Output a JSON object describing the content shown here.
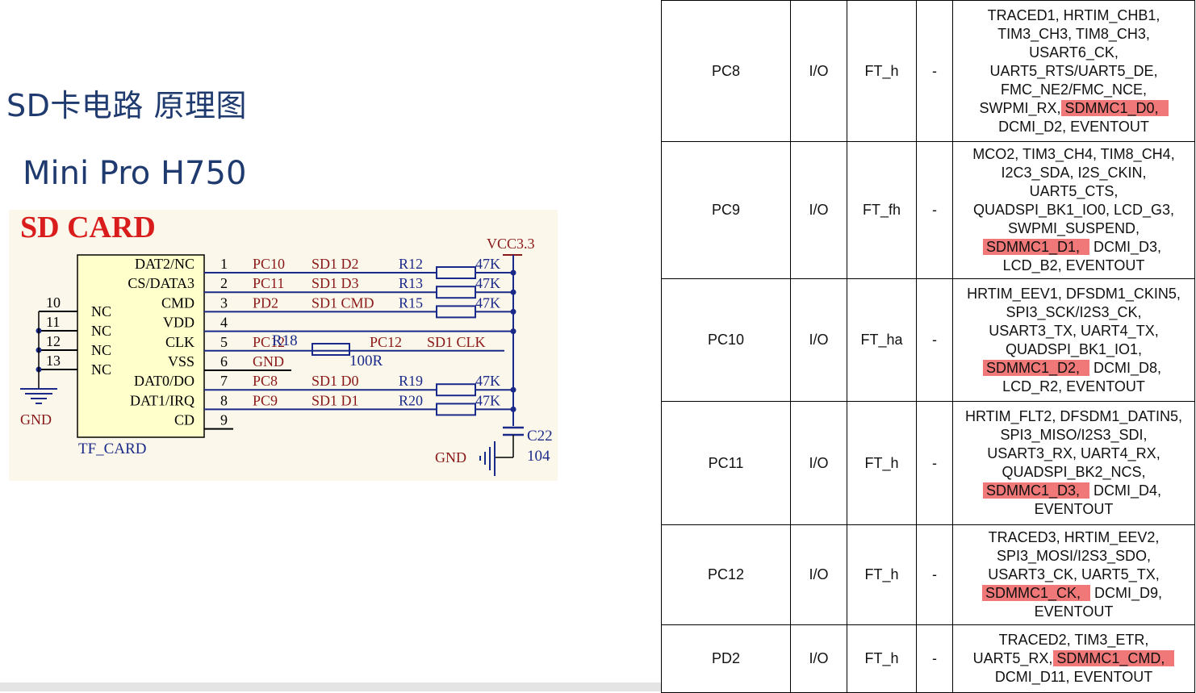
{
  "slide_title": "SD卡电路 原理图",
  "board_title": "Mini Pro H750",
  "schematic": {
    "heading": "SD CARD",
    "connector_ref": "TF_CARD",
    "supply_label": "VCC3.3",
    "gnd_left": "GND",
    "gnd_right": "GND",
    "capacitor_ref": "C22",
    "capacitor_value": "104",
    "series_resistor_ref": "R18",
    "series_resistor_value": "100R",
    "nc_pins": [
      {
        "num": "10",
        "name": "NC"
      },
      {
        "num": "11",
        "name": "NC"
      },
      {
        "num": "12",
        "name": "NC"
      },
      {
        "num": "13",
        "name": "NC"
      }
    ],
    "pins": [
      {
        "num": "1",
        "name": "DAT2/NC",
        "port": "PC10",
        "net": "SD1_D2",
        "res": "R12",
        "val": "47K"
      },
      {
        "num": "2",
        "name": "CS/DATA3",
        "port": "PC11",
        "net": "SD1_D3",
        "res": "R13",
        "val": "47K"
      },
      {
        "num": "3",
        "name": "CMD",
        "port": "PD2",
        "net": "SD1_CMD",
        "res": "R15",
        "val": "47K"
      },
      {
        "num": "4",
        "name": "VDD",
        "port": "",
        "net": "",
        "res": "",
        "val": ""
      },
      {
        "num": "5",
        "name": "CLK",
        "port": "PC12",
        "net": "SD1_CLK",
        "res": "R18",
        "val": "100R"
      },
      {
        "num": "6",
        "name": "VSS",
        "port": "GND",
        "net": "",
        "res": "",
        "val": ""
      },
      {
        "num": "7",
        "name": "DAT0/DO",
        "port": "PC8",
        "net": "SD1_D0",
        "res": "R19",
        "val": "47K"
      },
      {
        "num": "8",
        "name": "DAT1/IRQ",
        "port": "PC9",
        "net": "SD1_D1",
        "res": "R20",
        "val": "47K"
      },
      {
        "num": "9",
        "name": "CD",
        "port": "",
        "net": "",
        "res": "",
        "val": ""
      }
    ]
  },
  "pin_table": {
    "highlight_color": "#f07878",
    "rows": [
      {
        "pin": "PC8",
        "type": "I/O",
        "structure": "FT_h",
        "notes": "-",
        "alt_lines": [
          {
            "text": "TRACED1, HRTIM_CHB1,"
          },
          {
            "text": "TIM3_CH3, TIM8_CH3,"
          },
          {
            "text": "USART6_CK,"
          },
          {
            "text": "UART5_RTS/UART5_DE,"
          },
          {
            "text": "FMC_NE2/FMC_NCE,"
          },
          {
            "text": "SWPMI_RX, ",
            "hl": "SDMMC1_D0,"
          },
          {
            "text": "DCMI_D2, EVENTOUT"
          }
        ]
      },
      {
        "pin": "PC9",
        "type": "I/O",
        "structure": "FT_fh",
        "notes": "-",
        "alt_lines": [
          {
            "text": "MCO2, TIM3_CH4, TIM8_CH4,"
          },
          {
            "text": "I2C3_SDA, I2S_CKIN,"
          },
          {
            "text": "UART5_CTS,"
          },
          {
            "text": "QUADSPI_BK1_IO0, LCD_G3,"
          },
          {
            "text": "SWPMI_SUSPEND,"
          },
          {
            "hl": "SDMMC1_D1,",
            "after": " DCMI_D3,"
          },
          {
            "text": "LCD_B2, EVENTOUT"
          }
        ]
      },
      {
        "pin": "PC10",
        "type": "I/O",
        "structure": "FT_ha",
        "notes": "-",
        "alt_lines": [
          {
            "text": "HRTIM_EEV1, DFSDM1_CKIN5,"
          },
          {
            "text": "SPI3_SCK/I2S3_CK,"
          },
          {
            "text": "USART3_TX, UART4_TX,"
          },
          {
            "text": "QUADSPI_BK1_IO1,"
          },
          {
            "hl": "SDMMC1_D2,",
            "after": " DCMI_D8,"
          },
          {
            "text": "LCD_R2, EVENTOUT"
          }
        ]
      },
      {
        "pin": "PC11",
        "type": "I/O",
        "structure": "FT_h",
        "notes": "-",
        "alt_lines": [
          {
            "text": "HRTIM_FLT2, DFSDM1_DATIN5,"
          },
          {
            "text": "SPI3_MISO/I2S3_SDI,"
          },
          {
            "text": "USART3_RX, UART4_RX,"
          },
          {
            "text": "QUADSPI_BK2_NCS,"
          },
          {
            "hl": "SDMMC1_D3,",
            "after": " DCMI_D4,"
          },
          {
            "text": "EVENTOUT"
          }
        ]
      },
      {
        "pin": "PC12",
        "type": "I/O",
        "structure": "FT_h",
        "notes": "-",
        "alt_lines": [
          {
            "text": "TRACED3, HRTIM_EEV2,"
          },
          {
            "text": "SPI3_MOSI/I2S3_SDO,"
          },
          {
            "text": "USART3_CK, UART5_TX,"
          },
          {
            "hl": "SDMMC1_CK,",
            "after": " DCMI_D9,"
          },
          {
            "text": "EVENTOUT"
          }
        ]
      },
      {
        "pin": "PD2",
        "type": "I/O",
        "structure": "FT_h",
        "notes": "-",
        "alt_lines": [
          {
            "text": "TRACED2, TIM3_ETR,"
          },
          {
            "text": "UART5_RX, ",
            "hl": "SDMMC1_CMD,"
          },
          {
            "text": "DCMI_D11, EVENTOUT"
          }
        ]
      }
    ]
  }
}
